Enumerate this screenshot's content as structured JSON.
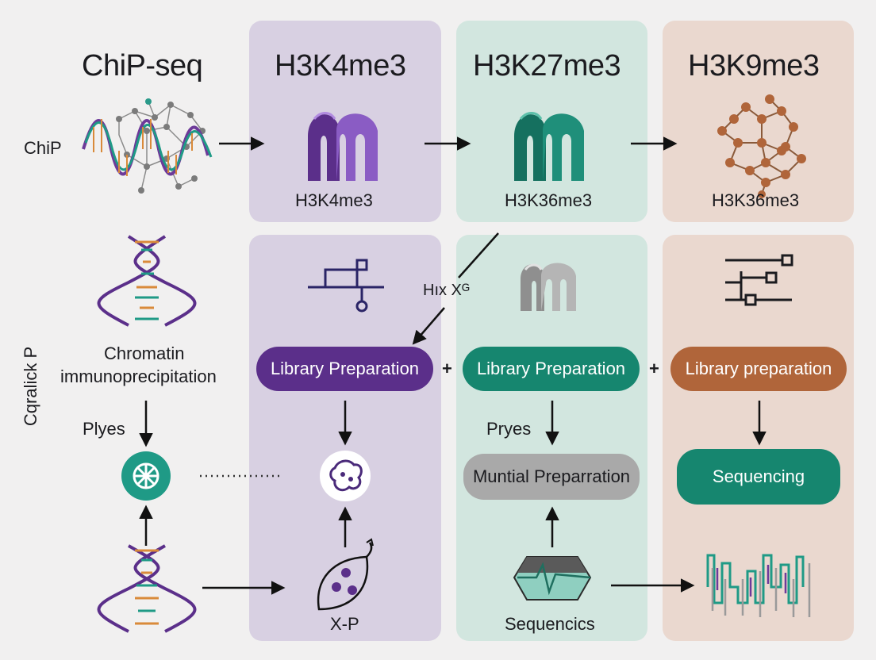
{
  "columns": {
    "chipseq": {
      "title": "ChiP-seq"
    },
    "h3k4": {
      "title": "H3K4me3",
      "sublabel": "H3K4me3"
    },
    "h3k27": {
      "title": "H3K27me3",
      "sublabel": "H3K36me3"
    },
    "h3k9": {
      "title": "H3K9me3",
      "sublabel": "H3K36me3"
    }
  },
  "left": {
    "chip_label": "ChiP",
    "vertical_label": "Cqralick P",
    "chromatin_line1": "Chromatin",
    "chromatin_line2": "immunoprecipitation",
    "plyes_label": "Plyes"
  },
  "nodes": {
    "lib_prep_1": "Library Preparation",
    "lib_prep_2": "Library Preparation",
    "lib_prep_3": "Library preparation",
    "plus_1": "+",
    "plus_2": "+",
    "muntial": "Muntial Preparration",
    "pryes_label": "Pryes",
    "sequencing": "Sequencing",
    "sequencics": "Sequencics",
    "xp_label": "X-P",
    "hix_label": "Hıx Xᴳ"
  },
  "colors": {
    "purple": "#5b2f8a",
    "teal": "#16866f",
    "brown": "#b0653a",
    "gray": "#a9a9a9",
    "panel_purple": "#d8d0e2",
    "panel_teal": "#d2e6df",
    "panel_brown": "#ead8cf"
  }
}
